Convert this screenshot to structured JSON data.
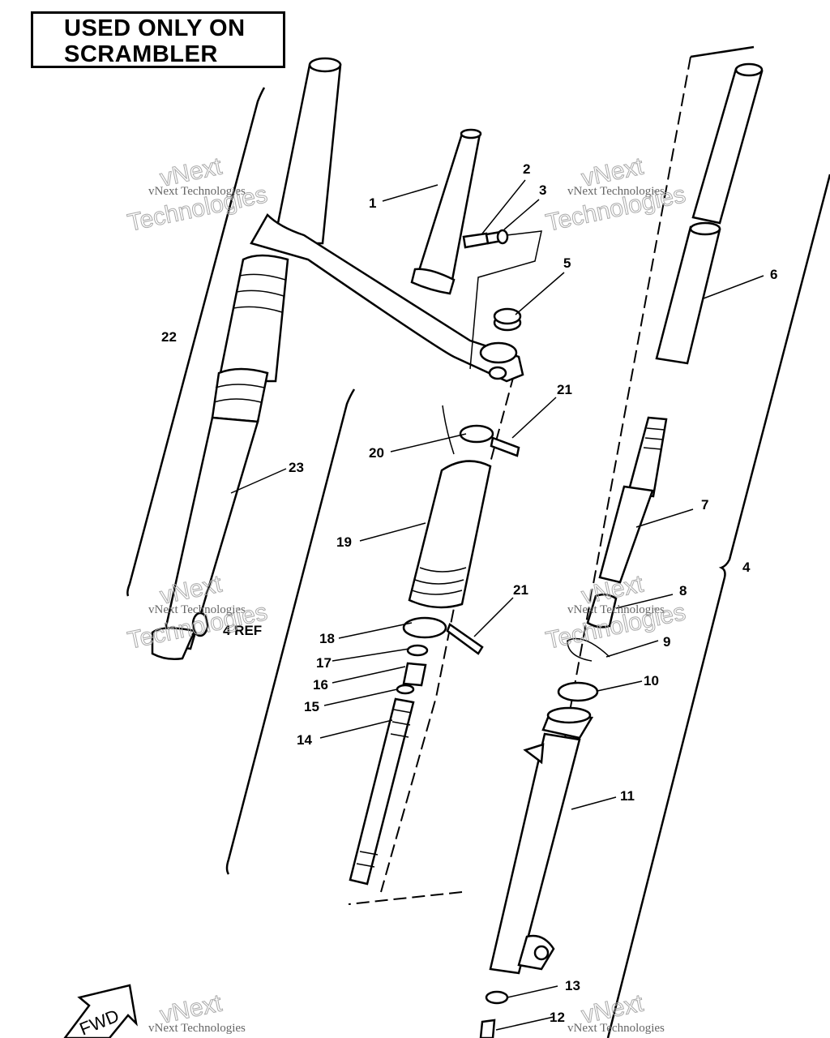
{
  "title": {
    "line1": "USED ONLY ON",
    "line2": "SCRAMBLER"
  },
  "labels": {
    "p1": "1",
    "p2": "2",
    "p3": "3",
    "p4": "4",
    "p5": "5",
    "p6": "6",
    "p7": "7",
    "p8": "8",
    "p9": "9",
    "p10": "10",
    "p11": "11",
    "p12": "12",
    "p13": "13",
    "p14": "14",
    "p15": "15",
    "p16": "16",
    "p17": "17",
    "p18": "18",
    "p19": "19",
    "p20": "20",
    "p21a": "21",
    "p21b": "21",
    "p22": "22",
    "p23": "23",
    "ref4": "4 REF"
  },
  "fwd_label": "FWD",
  "watermark": {
    "line1": "vNext Technologies",
    "line2": "vNext",
    "line3": "Technologies"
  }
}
